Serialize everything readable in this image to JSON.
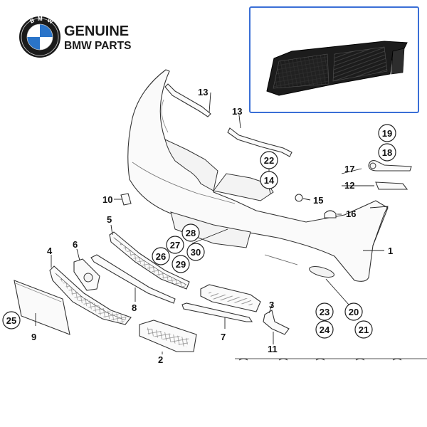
{
  "brand": {
    "logo_letters": "BMW",
    "line1": "GENUINE",
    "line2": "BMW PARTS"
  },
  "colors": {
    "inset_border": "#3a6fd6",
    "logo_blue": "#2a74c9",
    "logo_dark": "#1a1a1a"
  },
  "parts": {
    "p1": "1",
    "p2": "2",
    "p3": "3",
    "p4": "4",
    "p5": "5",
    "p6": "6",
    "p7": "7",
    "p8": "8",
    "p9": "9",
    "p10": "10",
    "p11": "11",
    "p12": "12",
    "p13a": "13",
    "p13b": "13",
    "p14": "14",
    "p15": "15",
    "p16": "16",
    "p17": "17",
    "p18": "18",
    "p19": "19",
    "p20": "20",
    "p21": "21",
    "p22": "22",
    "p23": "23",
    "p24": "24",
    "p25": "25",
    "p26": "26",
    "p27": "27",
    "p28": "28",
    "p29": "29",
    "p30": "30"
  }
}
